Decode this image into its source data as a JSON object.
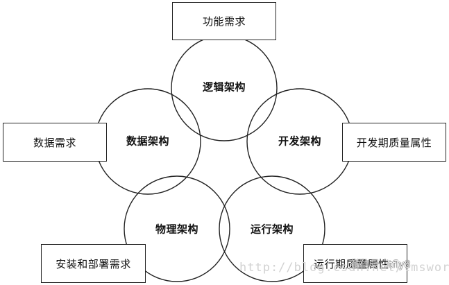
{
  "requirements": {
    "functional": "功能需求",
    "data": "数据需求",
    "development_quality": "开发期质量属性",
    "deployment": "安装和部署需求",
    "runtime_quality": "运行期质量属性"
  },
  "architectures": {
    "logical": "逻辑架构",
    "data": "数据架构",
    "development": "开发架构",
    "physical": "物理架构",
    "runtime": "运行架构"
  },
  "watermark": {
    "url": "http://blog.csdn.net/lmsword",
    "wechat": "微信号: itfly8"
  },
  "colors": {
    "stroke": "#222222",
    "text": "#111111",
    "background": "#ffffff"
  }
}
